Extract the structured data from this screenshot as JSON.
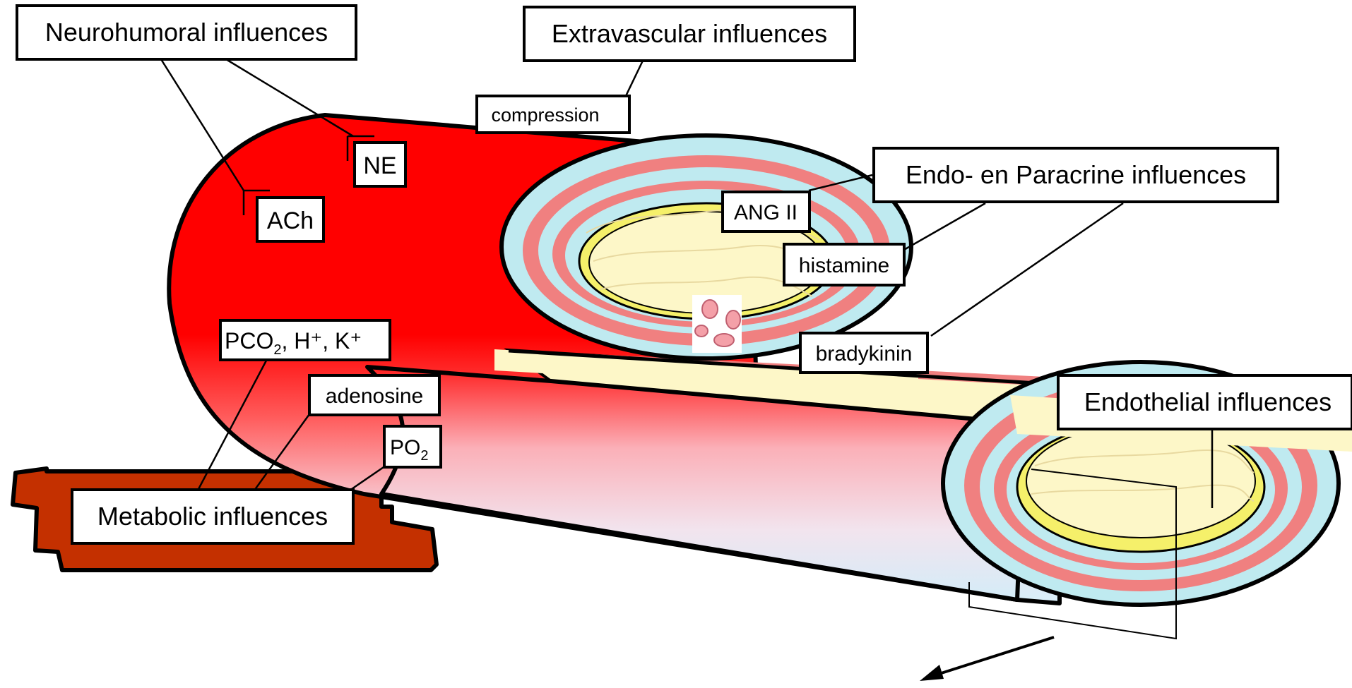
{
  "labels": {
    "neurohumoral": "Neurohumoral influences",
    "extravascular": "Extravascular influences",
    "compression": "compression",
    "ne": "NE",
    "ach": "ACh",
    "endo_paracrine": "Endo- en Paracrine influences",
    "ang": "ANG II",
    "histamine": "histamine",
    "bradykinin": "bradykinin",
    "endothelial": "Endothelial influences",
    "metabolic": "Metabolic influences",
    "adenosine": "adenosine",
    "pco2_main": "PCO",
    "pco2_sub": "2",
    "pco2_rest": ", H⁺, K⁺",
    "po2_main": "PO",
    "po2_sub": "2"
  },
  "colors": {
    "vessel_red": "#ff0000",
    "media_pink": "#f08080",
    "adventitia_blue": "#bfeaf0",
    "intima_yellow": "#f5f06a",
    "lumen_cream": "#fdf7c8",
    "tissue_brown": "#c43000",
    "rbc_pink": "#f4a0a8"
  }
}
